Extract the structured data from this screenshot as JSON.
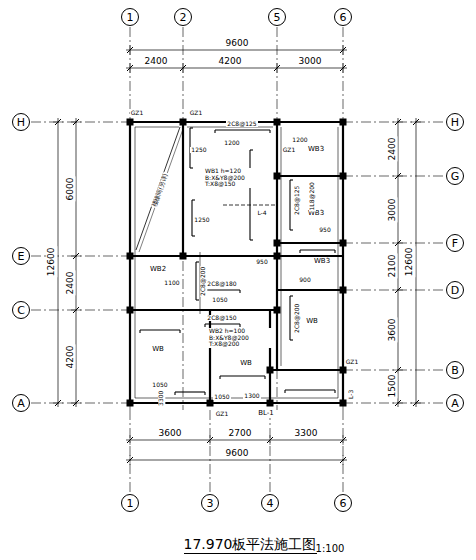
{
  "diagram": {
    "title": "17.970板平法施工图",
    "nodes": [
      {
        "text": [
          "1"
        ]
      },
      {
        "text": [
          "2"
        ]
      },
      {
        "text": [
          "5"
        ]
      },
      {
        "text": [
          "6"
        ]
      },
      {
        "text": [
          "H"
        ]
      },
      {
        "text": [
          "E"
        ]
      },
      {
        "text": [
          "C"
        ]
      },
      {
        "text": [
          "A"
        ]
      },
      {
        "text": [
          "H"
        ]
      },
      {
        "text": [
          "G"
        ]
      },
      {
        "text": [
          "F"
        ]
      },
      {
        "text": [
          "D"
        ]
      },
      {
        "text": [
          "B"
        ]
      },
      {
        "text": [
          "A"
        ]
      },
      {
        "text": [
          "1"
        ]
      },
      {
        "text": [
          "3"
        ]
      },
      {
        "text": [
          "4"
        ]
      },
      {
        "text": [
          "6"
        ]
      }
    ],
    "labels": [
      "9600",
      "2400",
      "4200",
      "3000",
      "6000",
      "2400",
      "4200",
      "12600",
      "2400",
      "3000",
      "2100",
      "3600",
      "1500",
      "12600",
      "3600",
      "2700",
      "3300",
      "9600",
      "GZ1",
      "GZ1",
      "GZ1",
      "GZ1",
      "GZ1",
      "楼梯间(另详)",
      "WB1 h=120 B:X&Y8@200 T:X8@150",
      "WB2 h=100 B:X&Y8@200 T:X8@200",
      "WB3",
      "WB3",
      "WB2",
      "WB3",
      "WB",
      "WB",
      "WB",
      "1200",
      "1250",
      "1250",
      "1100",
      "1050",
      "950",
      "900",
      "950",
      "1050",
      "1050",
      "1300",
      "BL-1",
      "L-4",
      "L-3",
      "3300",
      "1200",
      "2C8@125",
      "2C8@200",
      "2C8@180",
      "2C8@150",
      "2C8@200",
      "2C8@125",
      "1L8@200",
      "1:100"
    ]
  }
}
